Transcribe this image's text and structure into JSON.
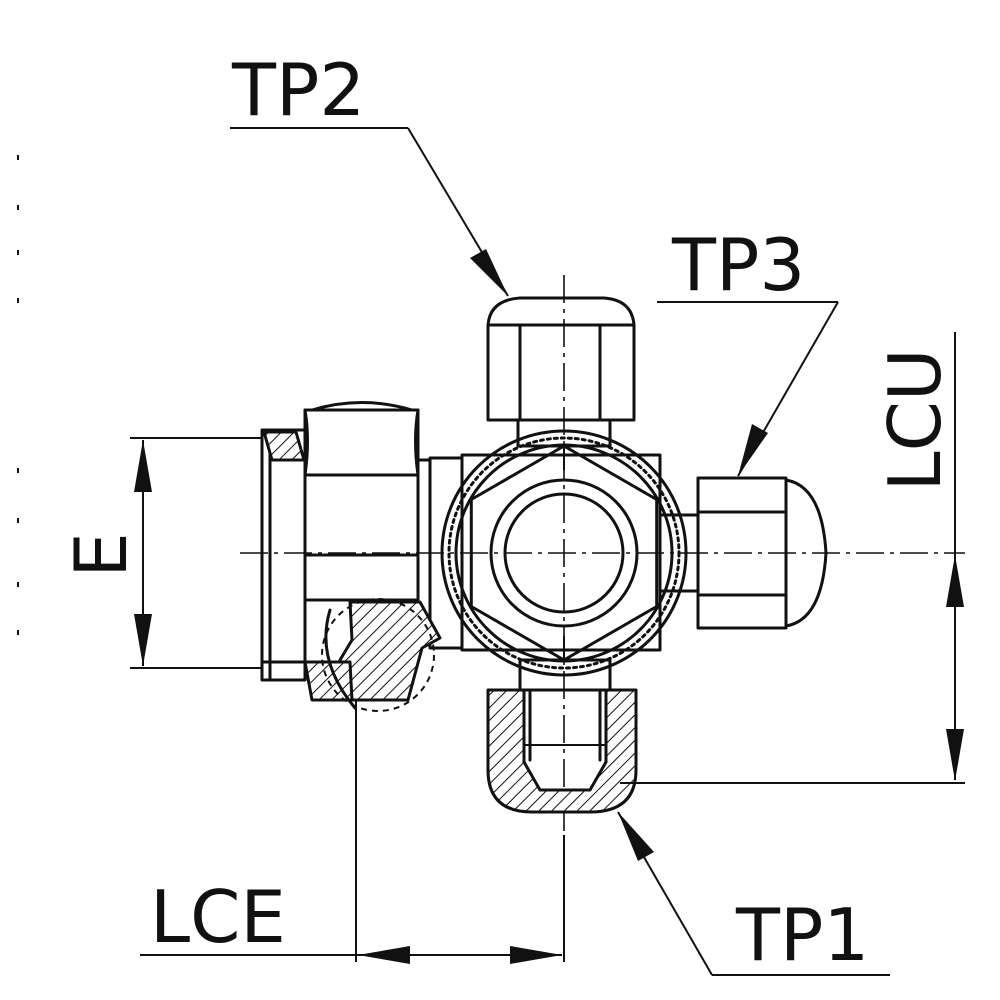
{
  "labels": {
    "tp1": "TP1",
    "tp2": "TP2",
    "tp3": "TP3",
    "e": "E",
    "lce": "LCE",
    "lcu": "LCU"
  },
  "colors": {
    "ink": "#111111",
    "paper": "#ffffff"
  }
}
